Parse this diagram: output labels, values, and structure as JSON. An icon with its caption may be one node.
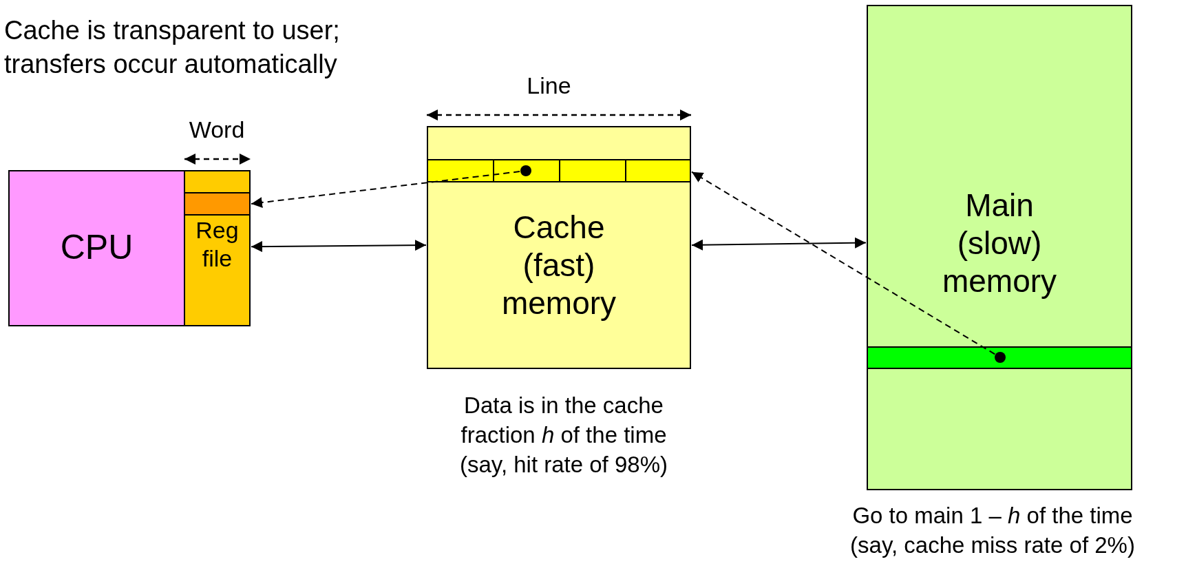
{
  "diagram": {
    "nodes": [
      {
        "text": [
          "CPU"
        ]
      },
      {
        "text": [
          "Reg file"
        ]
      },
      {
        "text": [],
        "shape": "bar",
        "in": 1
      },
      {
        "text": [
          "Cache (fast) memory"
        ],
        "beside": [
          "Data is in the cache fraction *h* of the time (say, hit rate of 98%)"
        ]
      },
      {
        "text": [],
        "shape": "bar",
        "in": 3
      },
      {
        "text": [],
        "shape": "circle",
        "in": 4
      },
      {
        "text": [
          "Main (slow) memory"
        ],
        "beside": [
          "Go to main 1 – *h* of the time (say, cache miss rate of 2%)"
        ]
      },
      {
        "text": [],
        "shape": "bar",
        "in": 6
      },
      {
        "text": [],
        "shape": "circle",
        "in": 7
      }
    ],
    "edges": [
      {
        "from": 5,
        "to": 2,
        "arrow": "to",
        "style": "dashed"
      },
      {
        "from": 1,
        "to": 3,
        "arrow": "both"
      },
      {
        "from": 3,
        "to": 6,
        "arrow": "both"
      },
      {
        "from": 8,
        "to": 4,
        "arrow": "to",
        "style": "dashed"
      }
    ],
    "labels": [
      "Cache is transparent to user; transfers occur automatically",
      "Line",
      "Word"
    ]
  }
}
